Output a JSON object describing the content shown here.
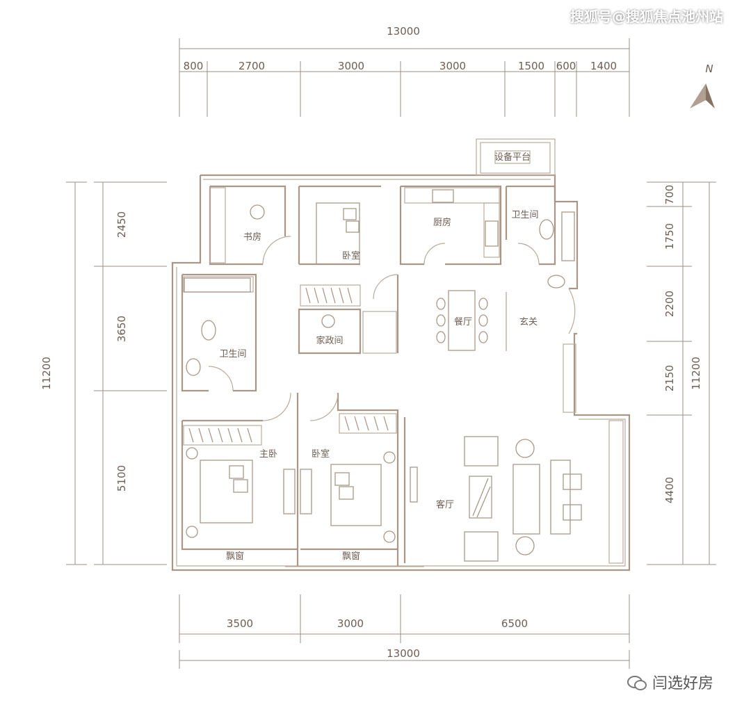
{
  "watermark_top": "搜狐号@搜狐焦点池州站",
  "watermark_bottom": "闫选好房",
  "compass": {
    "label": "N"
  },
  "dimensions": {
    "top_total": "13000",
    "top_segments": [
      "800",
      "2700",
      "3000",
      "3000",
      "1500",
      "600",
      "1400"
    ],
    "bottom_segments": [
      "3500",
      "3000",
      "6500"
    ],
    "bottom_total": "13000",
    "left_total": "11200",
    "left_segments": [
      "2450",
      "3650",
      "5100"
    ],
    "right_total": "11200",
    "right_segments": [
      "700",
      "1750",
      "2200",
      "2150",
      "4400"
    ]
  },
  "rooms": {
    "equipment_platform": "设备平台",
    "study": "书房",
    "bedroom_north": "卧室",
    "kitchen": "厨房",
    "bathroom_north": "卫生间",
    "dining": "餐厅",
    "entrance": "玄关",
    "bathroom_west": "卫生间",
    "utility": "家政间",
    "master_bedroom": "主卧",
    "bedroom_south": "卧室",
    "living": "客厅",
    "bay_window_left": "飘窗",
    "bay_window_right": "飘窗"
  }
}
